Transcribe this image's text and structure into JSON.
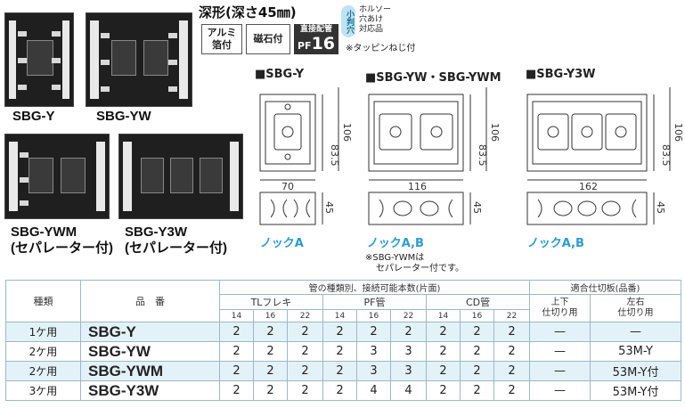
{
  "header": {
    "title": "深形(深さ45㎜)",
    "badge_alumi_line1": "アルミ",
    "badge_alumi_line2": "箔付",
    "badge_magnet": "磁石付",
    "badge_pf_line1": "直接配管",
    "badge_pf_prefix": "PF",
    "badge_pf_num": "16",
    "circle_badge": "小判穴",
    "holesaw_line1": "ホルソー",
    "holesaw_line2": "穴あけ",
    "holesaw_line3": "対応品",
    "tappin_note": "※タッピンねじ付"
  },
  "photos": [
    {
      "label": "SBG-Y"
    },
    {
      "label": "SBG-YW"
    },
    {
      "label_line1": "SBG-YWM",
      "label_line2": "(セパレーター付)"
    },
    {
      "label_line1": "SBG-Y3W",
      "label_line2": "(セパレーター付)"
    }
  ],
  "drawings": [
    {
      "title": "■SBG-Y",
      "width": "70",
      "dim_inner": "83.5",
      "dim_outer": "106",
      "depth": "45",
      "knock": "ノックA"
    },
    {
      "title": "■SBG-YW・SBG-YWM",
      "width": "116",
      "dim_inner": "83.5",
      "dim_outer": "106",
      "depth": "45",
      "knock": "ノックA,B"
    },
    {
      "title": "■SBG-Y3W",
      "width": "162",
      "dim_inner": "83.5",
      "dim_outer": "106",
      "depth": "45",
      "knock": "ノックA,B"
    }
  ],
  "ywm_note_line1": "※SBG-YWMは",
  "ywm_note_line2": "セパレーター付です。",
  "table": {
    "col_kind": "種類",
    "col_model": "品　番",
    "col_pipes": "管の種類別、接続可能本数(片面)",
    "col_plate": "適合仕切板(品番)",
    "group_tl": "TLフレキ",
    "group_pf": "PF管",
    "group_cd": "CD管",
    "sizes": [
      "14",
      "16",
      "22"
    ],
    "plate_updown_line1": "上下",
    "plate_updown_line2": "仕切り用",
    "plate_lr_line1": "左右",
    "plate_lr_line2": "仕切り用",
    "rows": [
      {
        "kind": "1ケ用",
        "model": "SBG-Y",
        "tl": [
          "2",
          "2",
          "2"
        ],
        "pf": [
          "2",
          "2",
          "2"
        ],
        "cd": [
          "2",
          "2",
          "2"
        ],
        "updown": "—",
        "lr": "—"
      },
      {
        "kind": "2ケ用",
        "model": "SBG-YW",
        "tl": [
          "2",
          "2",
          "2"
        ],
        "pf": [
          "2",
          "3",
          "3"
        ],
        "cd": [
          "2",
          "2",
          "2"
        ],
        "updown": "—",
        "lr": "53M-Y"
      },
      {
        "kind": "2ケ用",
        "model": "SBG-YWM",
        "tl": [
          "2",
          "2",
          "2"
        ],
        "pf": [
          "2",
          "3",
          "3"
        ],
        "cd": [
          "2",
          "2",
          "2"
        ],
        "updown": "—",
        "lr": "53M-Y付"
      },
      {
        "kind": "3ケ用",
        "model": "SBG-Y3W",
        "tl": [
          "2",
          "2",
          "2"
        ],
        "pf": [
          "2",
          "4",
          "4"
        ],
        "cd": [
          "2",
          "2",
          "2"
        ],
        "updown": "—",
        "lr": "53M-Y付"
      }
    ]
  }
}
